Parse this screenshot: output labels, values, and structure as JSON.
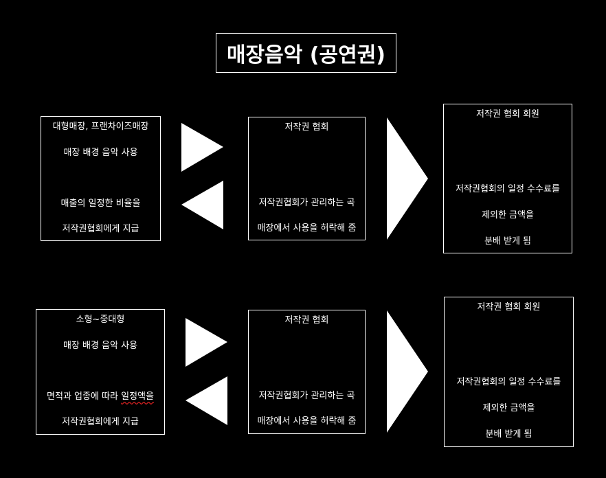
{
  "title": "매장음악 (공연권)",
  "colors": {
    "background": "#000000",
    "foreground": "#ffffff",
    "spellcheck_underline": "#d02020"
  },
  "rows": [
    {
      "payer": {
        "line1": "대형매장, 프랜차이즈매장",
        "line2": "매장 배경 음악 사용",
        "line3": "매출의 일정한 비율을",
        "line4": "저작권협회에게 지급"
      },
      "association": {
        "line1": "저작권 협회",
        "line2": "저작권협회가 관리하는 곡",
        "line3": "매장에서 사용을 허락해 줌"
      },
      "member": {
        "line1": "저작권 협회 회원",
        "line2": "저작권협회의 일정 수수료를",
        "line3": "제외한 금액을",
        "line4": "분배 받게 됨"
      }
    },
    {
      "payer": {
        "line1": "소형~중대형",
        "line2": "매장 배경 음악 사용",
        "line3_plain": "면적과 업종에 따라 ",
        "line3_marked": "일정액을",
        "line4": "저작권협회에게 지급"
      },
      "association": {
        "line1": "저작권 협회",
        "line2": "저작권협회가 관리하는 곡",
        "line3": "매장에서 사용을 허락해 줌"
      },
      "member": {
        "line1": "저작권 협회 회원",
        "line2": "저작권협회의 일정 수수료를",
        "line3": "제외한 금액을",
        "line4": "분배 받게 됨"
      }
    }
  ]
}
